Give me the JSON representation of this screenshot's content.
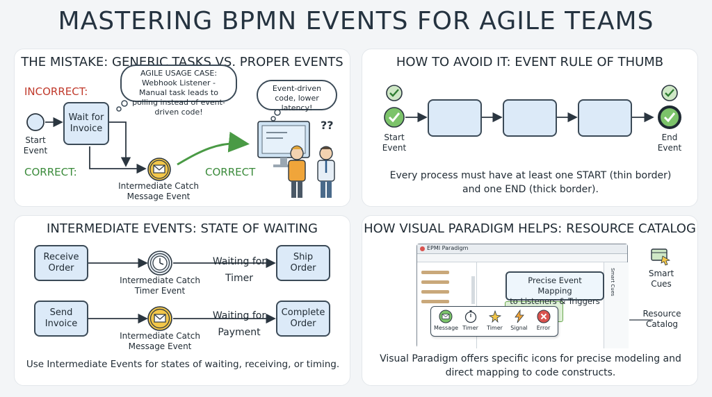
{
  "title": "MASTERING BPMN EVENTS FOR AGILE TEAMS",
  "panel1": {
    "title": "THE MISTAKE: GENERIC TASKS VS. PROPER EVENTS",
    "incorrect_label": "INCORRECT:",
    "correct_label": "CORRECT:",
    "start_event_label": "Start\nEvent",
    "task_label": "Wait for\nInvoice",
    "catch_label": "Intermediate Catch\nMessage Event",
    "callout_text": "AGILE USAGE CASE: Webhook Listener - Manual task leads to polling instead of event-driven code!",
    "thought_text": "Event-driven code, lower latency!",
    "arrow_label": "CORRECT",
    "question_marks": "??"
  },
  "panel2": {
    "title": "HOW TO AVOID IT: EVENT RULE OF THUMB",
    "start_label": "Start\nEvent",
    "end_label": "End\nEvent",
    "caption": "Every process must have at least one START (thin border) and one END (thick border)."
  },
  "panel3": {
    "title": "INTERMEDIATE EVENTS: STATE OF WAITING",
    "row1": {
      "task1": "Receive\nOrder",
      "event_label": "Intermediate Catch\nTimer Event",
      "waiting": "Waiting for\nTimer",
      "task2": "Ship\nOrder"
    },
    "row2": {
      "task1": "Send\nInvoice",
      "event_label": "Intermediate Catch\nMessage Event",
      "waiting": "Waiting for\nPayment",
      "task2": "Complete\nOrder"
    },
    "caption": "Use Intermediate Events for states of waiting, receiving, or timing."
  },
  "panel4": {
    "title": "HOW VISUAL PARADIGM HELPS: RESOURCE CATALOG",
    "app_title": "EPMI Paradigm",
    "side_tab": "Smart Cues",
    "tooltip": "Precise Event Mapping\nto Listeners & Triggers",
    "palette": [
      "Message",
      "Timer",
      "Timer",
      "Signal",
      "Error"
    ],
    "smart_cues_label": "Smart\nCues",
    "resource_catalog_label": "Resource\nCatalog",
    "caption": "Visual Paradigm offers specific icons for precise modeling and direct mapping to code constructs."
  },
  "colors": {
    "incorrect": "#c0392b",
    "correct": "#3a8a3a",
    "task_fill": "#dceaf8",
    "event_yellow": "#f3c74a",
    "event_green": "#7cc36a",
    "arrow_green": "#4a9a45"
  }
}
